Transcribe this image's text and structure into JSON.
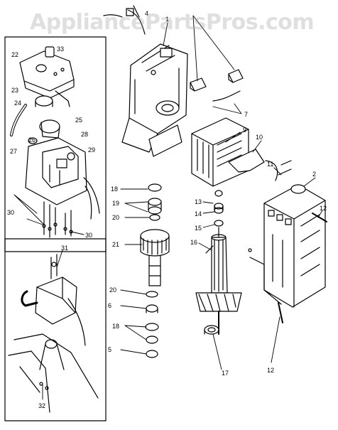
{
  "watermark": "AppliancePartsPros.com",
  "colors": {
    "ink": "#000000",
    "paper": "#ffffff",
    "watermark": "#9a9a9a"
  },
  "callouts": [
    {
      "id": "c1",
      "text": "1"
    },
    {
      "id": "c2",
      "text": "2"
    },
    {
      "id": "c4",
      "text": "4"
    },
    {
      "id": "c5",
      "text": "5"
    },
    {
      "id": "c6",
      "text": "6"
    },
    {
      "id": "c7",
      "text": "7"
    },
    {
      "id": "c9",
      "text": "9"
    },
    {
      "id": "c10",
      "text": "10"
    },
    {
      "id": "c11",
      "text": "11"
    },
    {
      "id": "c12a",
      "text": "12"
    },
    {
      "id": "c12b",
      "text": "12"
    },
    {
      "id": "c13",
      "text": "13"
    },
    {
      "id": "c14",
      "text": "14"
    },
    {
      "id": "c15",
      "text": "15"
    },
    {
      "id": "c16",
      "text": "16"
    },
    {
      "id": "c17",
      "text": "17"
    },
    {
      "id": "c18a",
      "text": "18"
    },
    {
      "id": "c18b",
      "text": "18"
    },
    {
      "id": "c19",
      "text": "19"
    },
    {
      "id": "c20a",
      "text": "20"
    },
    {
      "id": "c20b",
      "text": "20"
    },
    {
      "id": "c21",
      "text": "21"
    },
    {
      "id": "c22",
      "text": "22"
    },
    {
      "id": "c23",
      "text": "23"
    },
    {
      "id": "c24",
      "text": "24"
    },
    {
      "id": "c25",
      "text": "25"
    },
    {
      "id": "c26",
      "text": "26"
    },
    {
      "id": "c27",
      "text": "27"
    },
    {
      "id": "c28",
      "text": "28"
    },
    {
      "id": "c29",
      "text": "29"
    },
    {
      "id": "c30a",
      "text": "30"
    },
    {
      "id": "c30b",
      "text": "30"
    },
    {
      "id": "c31",
      "text": "31"
    },
    {
      "id": "c32",
      "text": "32"
    },
    {
      "id": "c33",
      "text": "33"
    }
  ]
}
